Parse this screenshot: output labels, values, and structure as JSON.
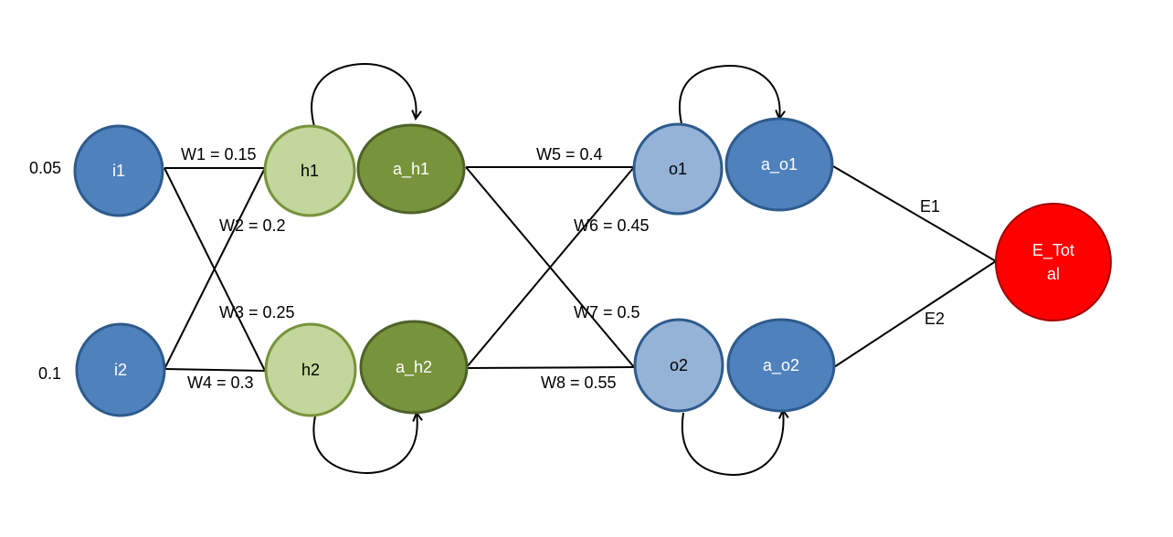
{
  "inputs": {
    "i1_value": "0.05",
    "i2_value": "0.1"
  },
  "nodes": {
    "i1": "i1",
    "i2": "i2",
    "h1": "h1",
    "h2": "h2",
    "a_h1": "a_h1",
    "a_h2": "a_h2",
    "o1": "o1",
    "o2": "o2",
    "a_o1": "a_o1",
    "a_o2": "a_o2",
    "e_total_line1": "E_Tot",
    "e_total_line2": "al"
  },
  "weights": {
    "w1": "W1 = 0.15",
    "w2": "W2 = 0.2",
    "w3": "W3 = 0.25",
    "w4": "W4 = 0.3",
    "w5": "W5 = 0.4",
    "w6": "W6 = 0.45",
    "w7": "W7 = 0.5",
    "w8": "W8 = 0.55"
  },
  "errors": {
    "e1": "E1",
    "e2": "E2"
  },
  "colors": {
    "input_fill": "#4f81bd",
    "input_stroke": "#2e5b8c",
    "hidden_fill": "#c3d69b",
    "hidden_stroke": "#77933c",
    "activation_hidden_fill": "#77933c",
    "activation_hidden_stroke": "#4f6228",
    "output_fill": "#95b3d7",
    "output_stroke": "#2e5b8c",
    "activation_output_fill": "#4f81bd",
    "activation_output_stroke": "#2e5b8c",
    "total_error_fill": "#ff0000",
    "total_error_stroke": "#a00000"
  }
}
